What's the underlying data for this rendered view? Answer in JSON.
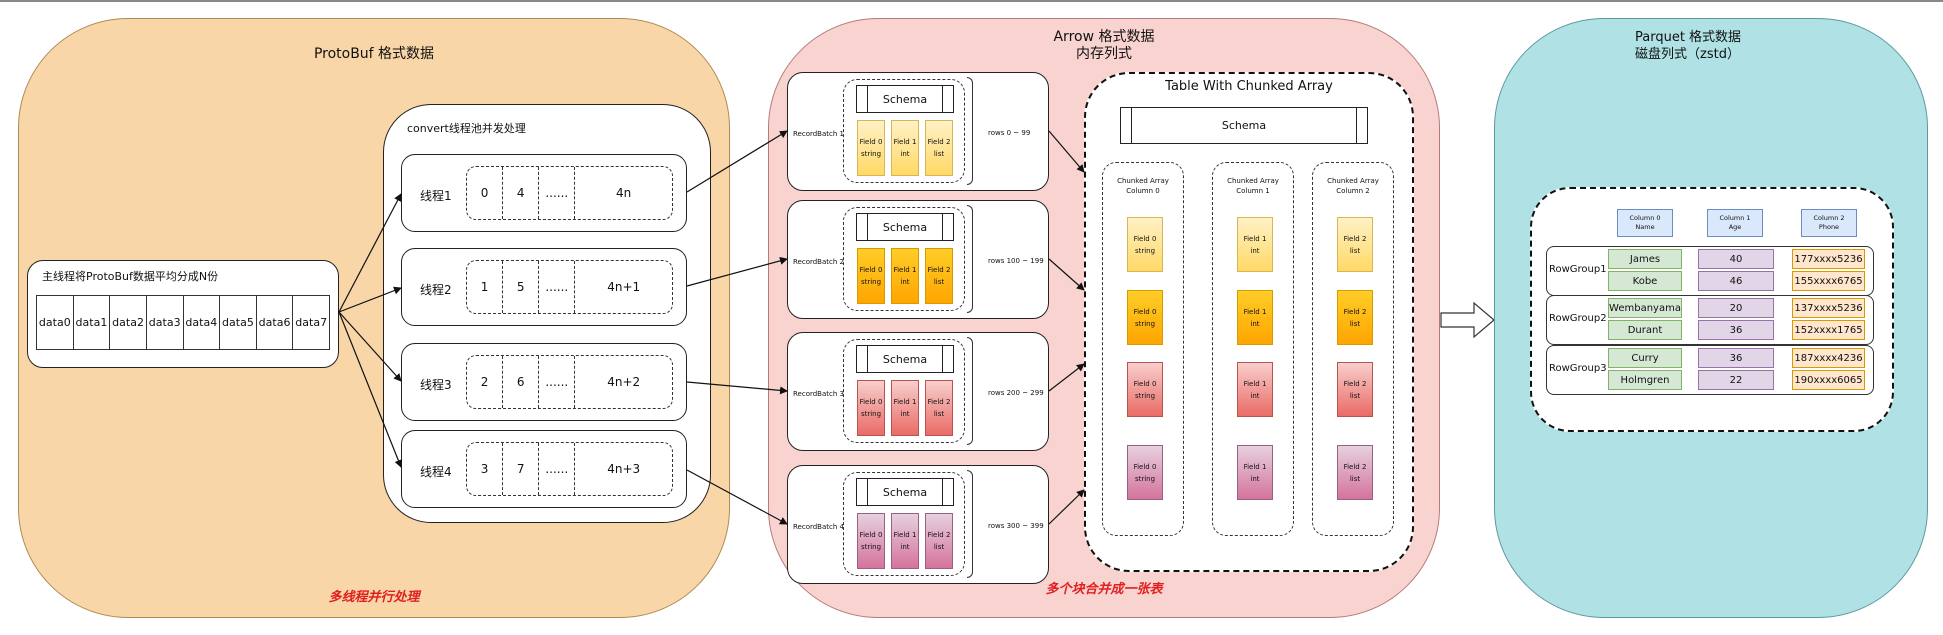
{
  "protobuf": {
    "title": "ProtoBuf 格式数据",
    "note": "多线程并行处理",
    "main_thread": {
      "label": "主线程将ProtoBuf数据平均分成N份",
      "cells": [
        "data0",
        "data1",
        "data2",
        "data3",
        "data4",
        "data5",
        "data6",
        "data7"
      ]
    },
    "pool": {
      "label": "convert线程池并发处理",
      "threads": [
        {
          "name": "线程1",
          "items": [
            "0",
            "4",
            "......",
            "4n"
          ]
        },
        {
          "name": "线程2",
          "items": [
            "1",
            "5",
            "......",
            "4n+1"
          ]
        },
        {
          "name": "线程3",
          "items": [
            "2",
            "6",
            "......",
            "4n+2"
          ]
        },
        {
          "name": "线程4",
          "items": [
            "3",
            "7",
            "......",
            "4n+3"
          ]
        }
      ]
    }
  },
  "arrow": {
    "title_line1": "Arrow 格式数据",
    "title_line2": "内存列式",
    "note": "多个块合并成一张表",
    "batches": [
      {
        "name": "RecordBatch 1",
        "rows": "rows 0 ~ 99",
        "color": "#ffd966"
      },
      {
        "name": "RecordBatch 2",
        "rows": "rows 100 ~ 199",
        "color": "#ffa500"
      },
      {
        "name": "RecordBatch 3",
        "rows": "rows 200 ~ 299",
        "color": "#ea6b66"
      },
      {
        "name": "RecordBatch 4",
        "rows": "rows 300 ~ 399",
        "color": "#d5739d"
      }
    ],
    "schema_label": "Schema",
    "fields": [
      {
        "name": "Field 0",
        "type": "string"
      },
      {
        "name": "Field 1",
        "type": "int"
      },
      {
        "name": "Field 2",
        "type": "list"
      }
    ],
    "table": {
      "title": "Table With Chunked Array",
      "schema_label": "Schema",
      "columns": [
        {
          "line1": "Chunked Array",
          "line2": "Column 0"
        },
        {
          "line1": "Chunked Array",
          "line2": "Column 1"
        },
        {
          "line1": "Chunked Array",
          "line2": "Column 2"
        }
      ]
    }
  },
  "parquet": {
    "title_line1": "Parquet 格式数据",
    "title_line2": "磁盘列式（zstd）",
    "columns": [
      {
        "line1": "Column 0",
        "line2": "Name"
      },
      {
        "line1": "Column 1",
        "line2": "Age"
      },
      {
        "line1": "Column 2",
        "line2": "Phone"
      }
    ],
    "row_groups": [
      {
        "name": "RowGroup1",
        "rows": [
          {
            "name": "James",
            "age": "40",
            "phone": "177xxxx5236"
          },
          {
            "name": "Kobe",
            "age": "46",
            "phone": "155xxxx6765"
          }
        ]
      },
      {
        "name": "RowGroup2",
        "rows": [
          {
            "name": "Wembanyama",
            "age": "20",
            "phone": "137xxxx5236"
          },
          {
            "name": "Durant",
            "age": "36",
            "phone": "152xxxx1765"
          }
        ]
      },
      {
        "name": "RowGroup3",
        "rows": [
          {
            "name": "Curry",
            "age": "36",
            "phone": "187xxxx4236"
          },
          {
            "name": "Holmgren",
            "age": "22",
            "phone": "190xxxx6065"
          }
        ]
      }
    ]
  }
}
